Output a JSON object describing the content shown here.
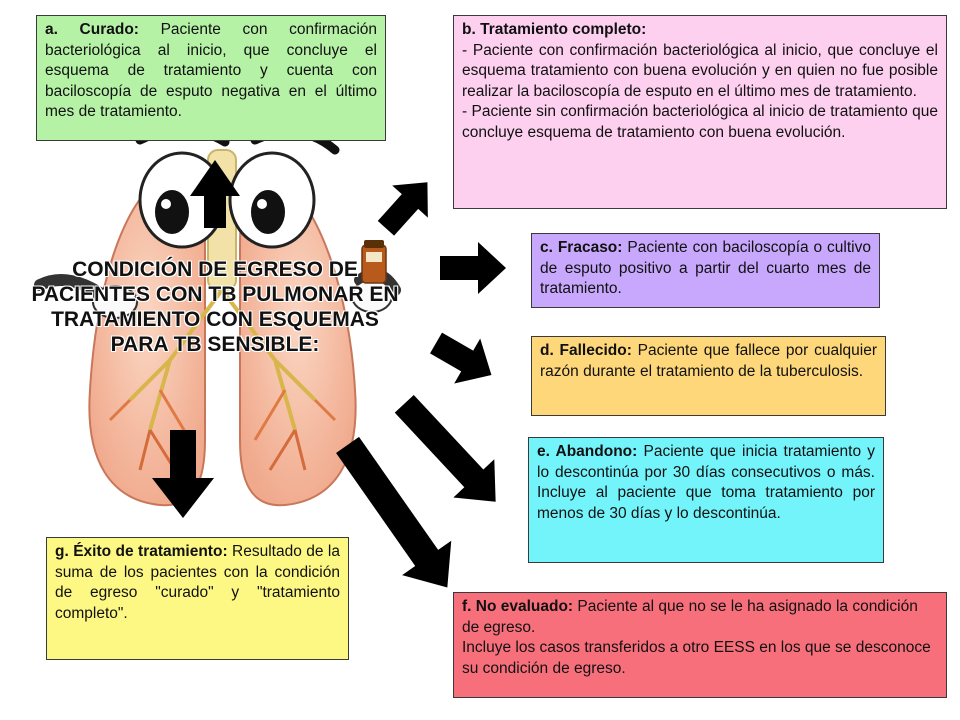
{
  "center_title": "CONDICIÓN DE EGRESO DE PACIENTES CON TB PULMONAR EN TRATAMIENTO CON ESQUEMAS PARA TB SENSIBLE:",
  "boxes": {
    "a": {
      "title": "a. Curado:",
      "text": "Paciente con confirmación bacteriológica al inicio, que concluye el esquema de tratamiento y cuenta con baciloscopía de esputo negativa en el último mes de tratamiento.",
      "color": "#b5f2a6"
    },
    "b": {
      "title": "b. Tratamiento completo:",
      "line1": "- Paciente con confirmación bacteriológica al inicio, que concluye el esquema tratamiento con buena evolución y en quien no fue posible realizar la baciloscopía de esputo en el último mes de tratamiento.",
      "line2": "- Paciente sin confirmación bacteriológica al inicio de tratamiento que concluye esquema de tratamiento con buena evolución.",
      "color": "#fdd0ef"
    },
    "c": {
      "title": "c. Fracaso:",
      "text": "Paciente con baciloscopía o cultivo de esputo positivo a partir del cuarto mes de tratamiento.",
      "color": "#c8a8fc"
    },
    "d": {
      "title": "d. Fallecido:",
      "text": "Paciente que fallece por cualquier razón durante el tratamiento de la tuberculosis.",
      "color": "#fdd779"
    },
    "e": {
      "title": "e. Abandono:",
      "text": "Paciente que inicia tratamiento y lo descontinúa por 30 días consecutivos o más. Incluye al paciente que toma tratamiento por menos de 30 días y lo descontinúa.",
      "color": "#73f4fb"
    },
    "f": {
      "title": "f. No evaluado:",
      "line1": "Paciente al que no se le ha asignado la condición de egreso.",
      "line2": "Incluye los casos transferidos a otro EESS en los que se desconoce su condición de egreso.",
      "color": "#f86f7c"
    },
    "g": {
      "title": "g. Éxito de tratamiento:",
      "text": "Resultado de la suma de los pacientes con la condición de egreso \"curado\" y \"tratamiento completo\".",
      "color": "#fdf883"
    }
  }
}
